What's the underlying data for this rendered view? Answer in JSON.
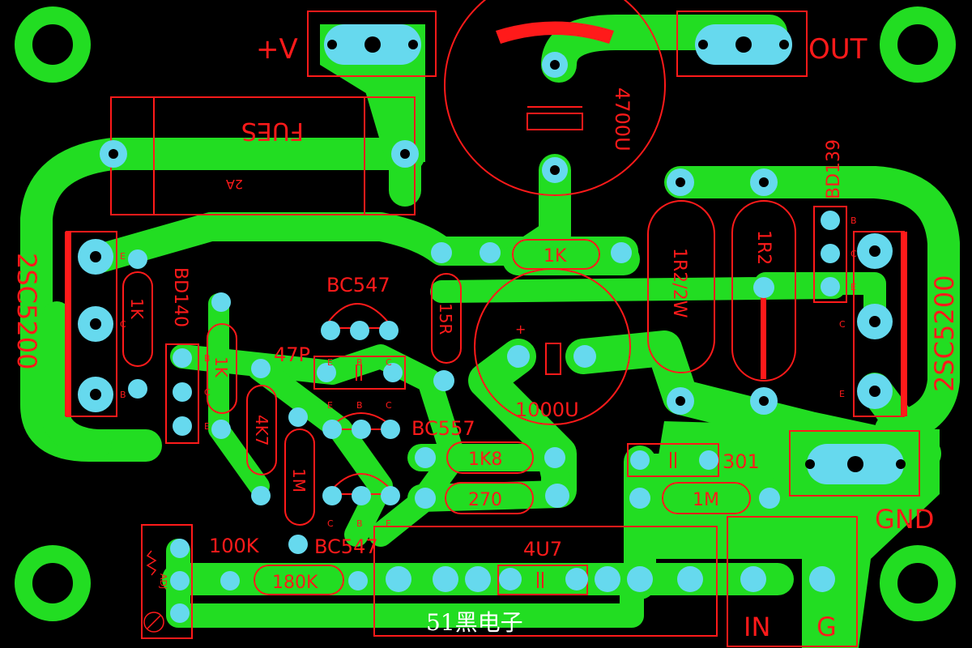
{
  "colors": {
    "background": "#000000",
    "copper": "#22dd22",
    "pad": "#66d9ee",
    "silkscreen": "#ff1a1a",
    "watermark": "#ffffff"
  },
  "labels": {
    "vplus": "+V",
    "out": "OUT",
    "gnd": "GND",
    "in": "IN",
    "g": "G",
    "fuse_name": "FUES",
    "fuse_rating": "2A",
    "cap_main": "4700U",
    "cap_1000": "1000U",
    "cap_301": "301",
    "cap_4u7": "4U7",
    "cap_47p": "47P",
    "q_left_power": "2SC5200",
    "q_right_power": "2SC5200",
    "q_bd140": "BD140",
    "q_bd139": "BD139",
    "q_bc547_top": "BC547",
    "q_bc557": "BC557",
    "q_bc547_bottom": "BC547",
    "r_1k_top": "1K",
    "r_1k_left": "1K",
    "r_1k_mid": "1K",
    "r_15r": "15R",
    "r_1r2_2w": "1R2/2W",
    "r_1r2": "1R2",
    "r_4k7": "4K7",
    "r_1m_left": "1M",
    "r_1m_right": "1M",
    "r_1k8": "1K8",
    "r_270": "270",
    "r_180k": "180K",
    "pot_100k": "100K",
    "pin_e": "E",
    "pin_b": "B",
    "pin_c": "C",
    "plus_sign": "+",
    "adj": "ADJ",
    "watermark": "51黑电子"
  }
}
